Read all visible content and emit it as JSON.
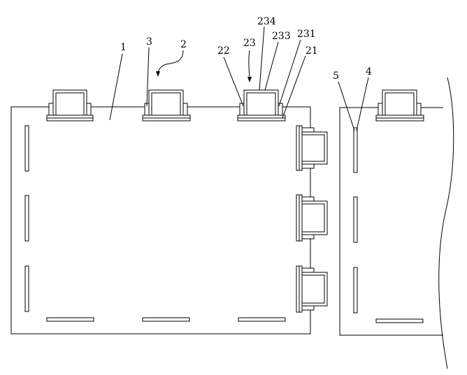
{
  "labels": {
    "l1": "1",
    "l2": "2",
    "l3": "3",
    "l4": "4",
    "l5": "5",
    "l21": "21",
    "l22": "22",
    "l23": "23",
    "l231": "231",
    "l233": "233",
    "l234": "234"
  },
  "colors": {
    "stroke": "#000000",
    "background": "#ffffff"
  }
}
